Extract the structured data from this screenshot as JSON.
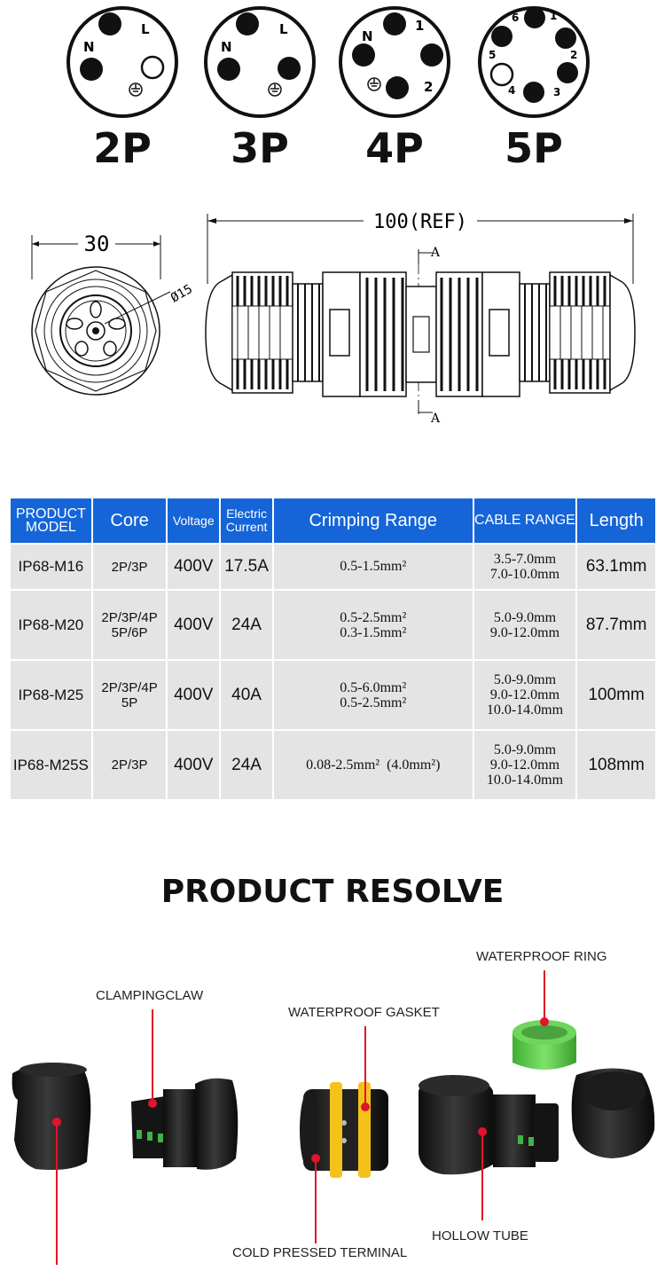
{
  "pinouts": [
    {
      "label": "2P",
      "pins": [
        "N",
        "L"
      ]
    },
    {
      "label": "3P",
      "pins": [
        "N",
        "L"
      ]
    },
    {
      "label": "4P",
      "pins": [
        "N",
        "1",
        "2"
      ]
    },
    {
      "label": "5P",
      "pins": [
        "1",
        "2",
        "3",
        "4",
        "5",
        "6"
      ]
    }
  ],
  "drawing": {
    "side_dim": "30",
    "diameter_dim": "Ø15",
    "ref_dim": "100(REF)",
    "section_marks": [
      "A",
      "A"
    ]
  },
  "table": {
    "headers": [
      {
        "lines": [
          "PRODUCT",
          "MODEL"
        ]
      },
      {
        "lines": [
          "Core"
        ]
      },
      {
        "lines": [
          "Voltage"
        ]
      },
      {
        "lines": [
          "Electric",
          "Current"
        ]
      },
      {
        "lines": [
          "Crimping Range"
        ]
      },
      {
        "lines": [
          "CABLE RANGE"
        ]
      },
      {
        "lines": [
          "Length"
        ]
      }
    ],
    "rows": [
      {
        "model": "IP68-M16",
        "core": [
          "2P/3P"
        ],
        "voltage": "400V",
        "current": "17.5A",
        "crimp": [
          "0.5-1.5mm²"
        ],
        "cable": [
          "3.5-7.0mm",
          "7.0-10.0mm"
        ],
        "length": "63.1mm"
      },
      {
        "model": "IP68-M20",
        "core": [
          "2P/3P/4P",
          "5P/6P"
        ],
        "voltage": "400V",
        "current": "24A",
        "crimp": [
          "0.5-2.5mm²",
          "0.3-1.5mm²"
        ],
        "cable": [
          "5.0-9.0mm",
          "9.0-12.0mm"
        ],
        "length": "87.7mm"
      },
      {
        "model": "IP68-M25",
        "core": [
          "2P/3P/4P",
          "5P"
        ],
        "voltage": "400V",
        "current": "40A",
        "crimp": [
          "0.5-6.0mm²",
          "0.5-2.5mm²"
        ],
        "cable": [
          "5.0-9.0mm",
          "9.0-12.0mm",
          "10.0-14.0mm"
        ],
        "length": "100mm"
      },
      {
        "model": "IP68-M25S",
        "core": [
          "2P/3P"
        ],
        "voltage": "400V",
        "current": "24A",
        "crimp": [
          "0.08-2.5mm²  (4.0mm²)"
        ],
        "cable": [
          "5.0-9.0mm",
          "9.0-12.0mm",
          "10.0-14.0mm"
        ],
        "length": "108mm"
      }
    ]
  },
  "resolve": {
    "title": "PRODUCT RESOLVE",
    "callouts": {
      "clamping_claw": "CLAMPINGCLAW",
      "waterproof_gasket": "WATERPROOF GASKET",
      "waterproof_ring": "WATERPROOF RING",
      "cold_pressed_terminal": "COLD PRESSED TERMINAL",
      "hollow_tube": "HOLLOW TUBE"
    }
  },
  "colors": {
    "header_blue": "#1565d8",
    "cell_gray": "#e4e4e4",
    "callout_red": "#e0142a",
    "gasket_yellow": "#f4c21a",
    "ring_green": "#5cc94a"
  }
}
